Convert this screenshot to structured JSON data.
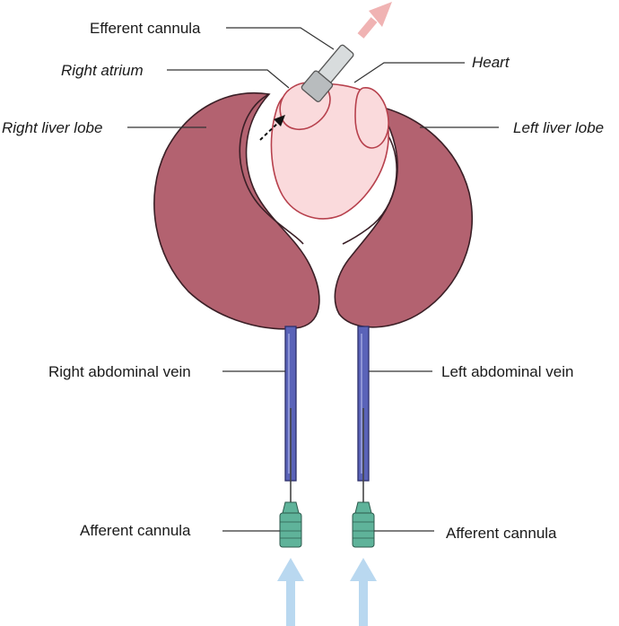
{
  "labels": {
    "efferent_cannula": "Efferent cannula",
    "heart": "Heart",
    "right_atrium": "Right atrium",
    "right_liver_lobe": "Right liver lobe",
    "left_liver_lobe": "Left liver lobe",
    "right_abdominal_vein": "Right abdominal vein",
    "left_abdominal_vein": "Left abdominal vein",
    "afferent_cannula_left": "Afferent cannula",
    "afferent_cannula_right": "Afferent cannula"
  },
  "colors": {
    "liver": "#b36270",
    "liver_outline": "#3a1f26",
    "heart": "#fadadc",
    "heart_outline": "#b7414d",
    "vein": "#5a63b8",
    "vein_outline": "#2c2f6a",
    "needle_hub": "#5fb39a",
    "inflow_arrow": "#b9d8f0",
    "outflow_arrow": "#f0b3b3"
  }
}
